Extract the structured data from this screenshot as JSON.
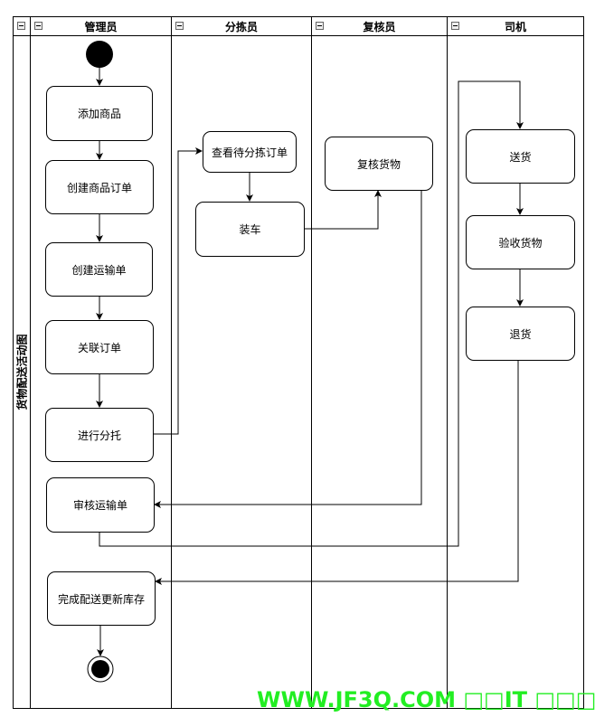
{
  "diagram": {
    "pool_title": "货物配送活动图",
    "lanes": [
      {
        "title": "管理员"
      },
      {
        "title": "分拣员"
      },
      {
        "title": "复核员"
      },
      {
        "title": "司机"
      }
    ],
    "nodes": {
      "add_product": "添加商品",
      "create_product_order": "创建商品订单",
      "create_shipping_order": "创建运输单",
      "link_order": "关联订单",
      "split_order": "进行分托",
      "review_shipping_order": "审核运输单",
      "complete_delivery": "完成配送更新库存",
      "view_pending_orders": "查看待分拣订单",
      "load_truck": "装车",
      "recheck_goods": "复核货物",
      "deliver": "送货",
      "accept_goods": "验收货物",
      "return_goods": "退货"
    }
  },
  "watermark": "WWW.JF3Q.COM □□IT □□□□"
}
